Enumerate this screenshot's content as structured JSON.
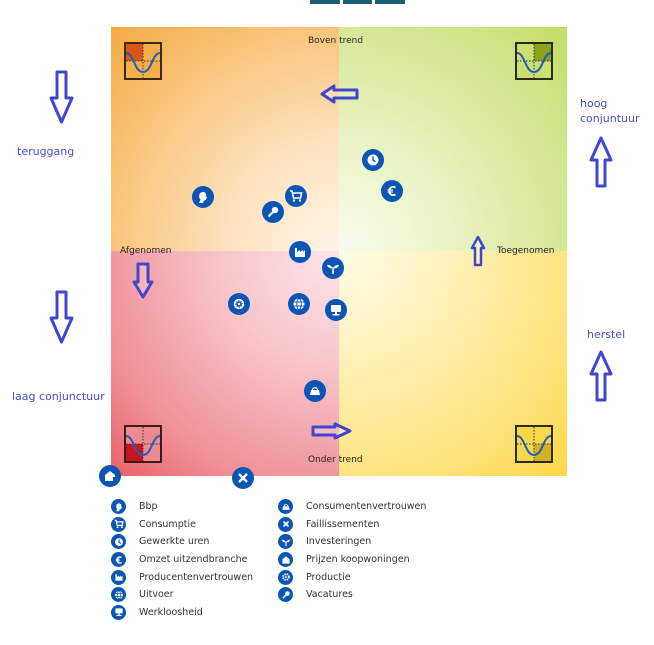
{
  "header": {
    "tabs": [
      "",
      "",
      ""
    ]
  },
  "quadrant_labels": {
    "top": "Boven trend",
    "bottom": "Onder trend",
    "left": "Afgenomen",
    "right": "Toegenomen"
  },
  "side_labels": {
    "top_left": "teruggang",
    "bottom_left": "laag conjunctuur",
    "top_right": [
      "hoog",
      "conjuntuur"
    ],
    "bottom_right": "herstel"
  },
  "colors": {
    "marker": "#0b56b5",
    "arrow": "#4046d0",
    "quadrant_top_left": "#f39a1f",
    "quadrant_top_right": "#b5d43a",
    "quadrant_bottom_left": "#e53a42",
    "quadrant_bottom_right": "#fbcf1f"
  },
  "indicators": [
    {
      "name": "Bbp",
      "icon": "bbp-head-icon",
      "quadrant": "boven-trend-afgenomen"
    },
    {
      "name": "Consumptie",
      "icon": "cart-icon",
      "quadrant": "boven-trend-afgenomen"
    },
    {
      "name": "Gewerkte uren",
      "icon": "clock-icon",
      "quadrant": "boven-trend-toegenomen"
    },
    {
      "name": "Omzet uitzendbranche",
      "icon": "euro-icon",
      "quadrant": "boven-trend-toegenomen"
    },
    {
      "name": "Producentenvertrouwen",
      "icon": "factory-icon",
      "quadrant": "boven-trend-afgenomen"
    },
    {
      "name": "Uitvoer",
      "icon": "globe-icon",
      "quadrant": "onder-trend-afgenomen"
    },
    {
      "name": "Werkloosheid",
      "icon": "monitor-icon",
      "quadrant": "onder-trend-afgenomen"
    },
    {
      "name": "Consumentenvertrouwen",
      "icon": "bag-icon",
      "quadrant": "onder-trend-afgenomen"
    },
    {
      "name": "Faillissementen",
      "icon": "cross-icon",
      "quadrant": "outside-bottom"
    },
    {
      "name": "Investeringen",
      "icon": "plant-icon",
      "quadrant": "onder-trend-afgenomen"
    },
    {
      "name": "Prijzen koopwoningen",
      "icon": "house-icon",
      "quadrant": "outside-bottom-left"
    },
    {
      "name": "Productie",
      "icon": "gear-icon",
      "quadrant": "onder-trend-afgenomen"
    },
    {
      "name": "Vacatures",
      "icon": "magnifier-icon",
      "quadrant": "boven-trend-afgenomen"
    }
  ],
  "legend": {
    "col1": [
      "Bbp",
      "Consumptie",
      "Gewerkte uren",
      "Omzet uitzendbranche",
      "Producentenvertrouwen",
      "Uitvoer",
      "Werkloosheid"
    ],
    "col2": [
      "Consumentenvertrouwen",
      "Faillissementen",
      "Investeringen",
      "Prijzen koopwoningen",
      "Productie",
      "Vacatures"
    ]
  }
}
